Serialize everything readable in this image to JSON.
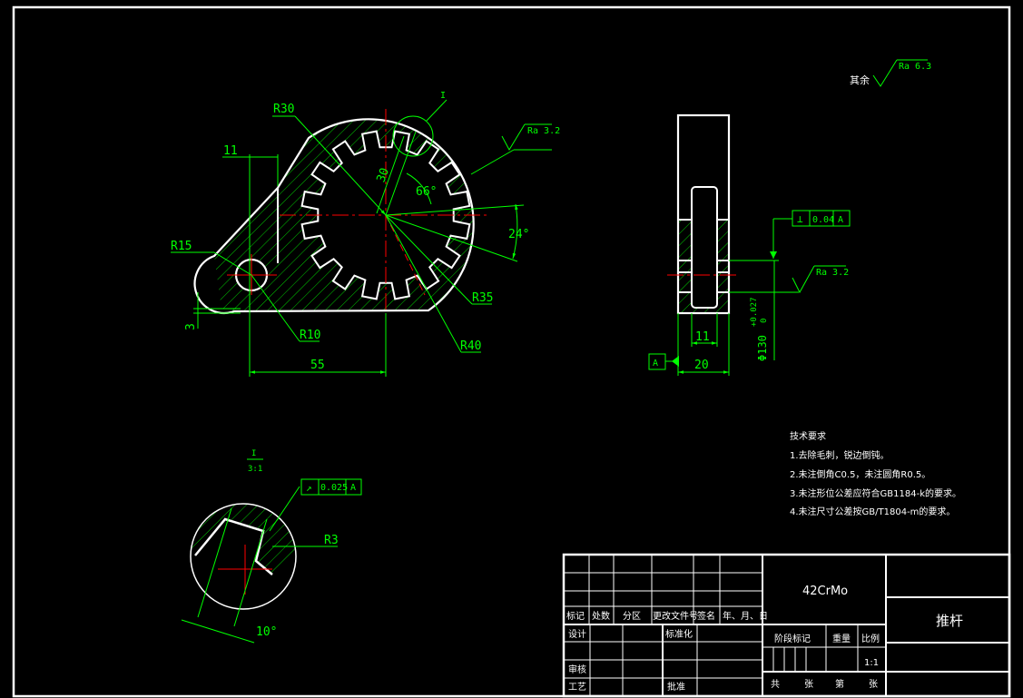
{
  "drawing": {
    "front_view": {
      "dims": {
        "r30": "R30",
        "r15": "R15",
        "r10": "R10",
        "r35": "R35",
        "r40": "R40",
        "d11": "11",
        "d55": "55",
        "d3": "3",
        "d30": "30",
        "ang66": "66°",
        "ang24": "24°",
        "detail_ref": "I",
        "ra": "Ra 3.2"
      }
    },
    "side_view": {
      "dims": {
        "d11": "11",
        "d20": "20",
        "bore": "Φ130^{+0.027}_{0}",
        "bore_main": "Φ130",
        "bore_tol": "+0.027",
        "bore_tol2": "0",
        "datum": "A",
        "ra": "Ra 3.2"
      },
      "tolerance_frame": {
        "symbol": "⊥",
        "value": "0.04",
        "datum": "A"
      }
    },
    "surface_roughness_general": {
      "label": "其余",
      "ra": "Ra 6.3"
    },
    "detail_view": {
      "label": "I",
      "scale": "3:1",
      "r3": "R3",
      "ang10": "10°",
      "tolerance_frame": {
        "symbol": "↗",
        "value": "0.025",
        "datum": "A"
      }
    },
    "technical_requirements": {
      "title": "技术要求",
      "items": [
        "1.去除毛刺，锐边倒钝。",
        "2.未注倒角C0.5，未注圆角R0.5。",
        "3.未注形位公差应符合GB1184-k的要求。",
        "4.未注尺寸公差按GB/T1804-m的要求。"
      ]
    },
    "title_block": {
      "material": "42CrMo",
      "part_name": "推杆",
      "header_labels": [
        "标记",
        "处数",
        "分区",
        "更改文件号",
        "签名",
        "年、月、日"
      ],
      "design": "设计",
      "standardization": "标准化",
      "check": "审核",
      "process": "工艺",
      "approve": "批准",
      "stage_mark": "阶段标记",
      "weight": "重量",
      "scale_label": "比例",
      "scale_value": "1:1",
      "total": "共",
      "sheet_unit": "张",
      "page": "第",
      "page_unit": "张"
    }
  },
  "colors": {
    "background": "#000000",
    "outline": "#ffffff",
    "dimension": "#00ff00",
    "centerline": "#ff0000"
  }
}
